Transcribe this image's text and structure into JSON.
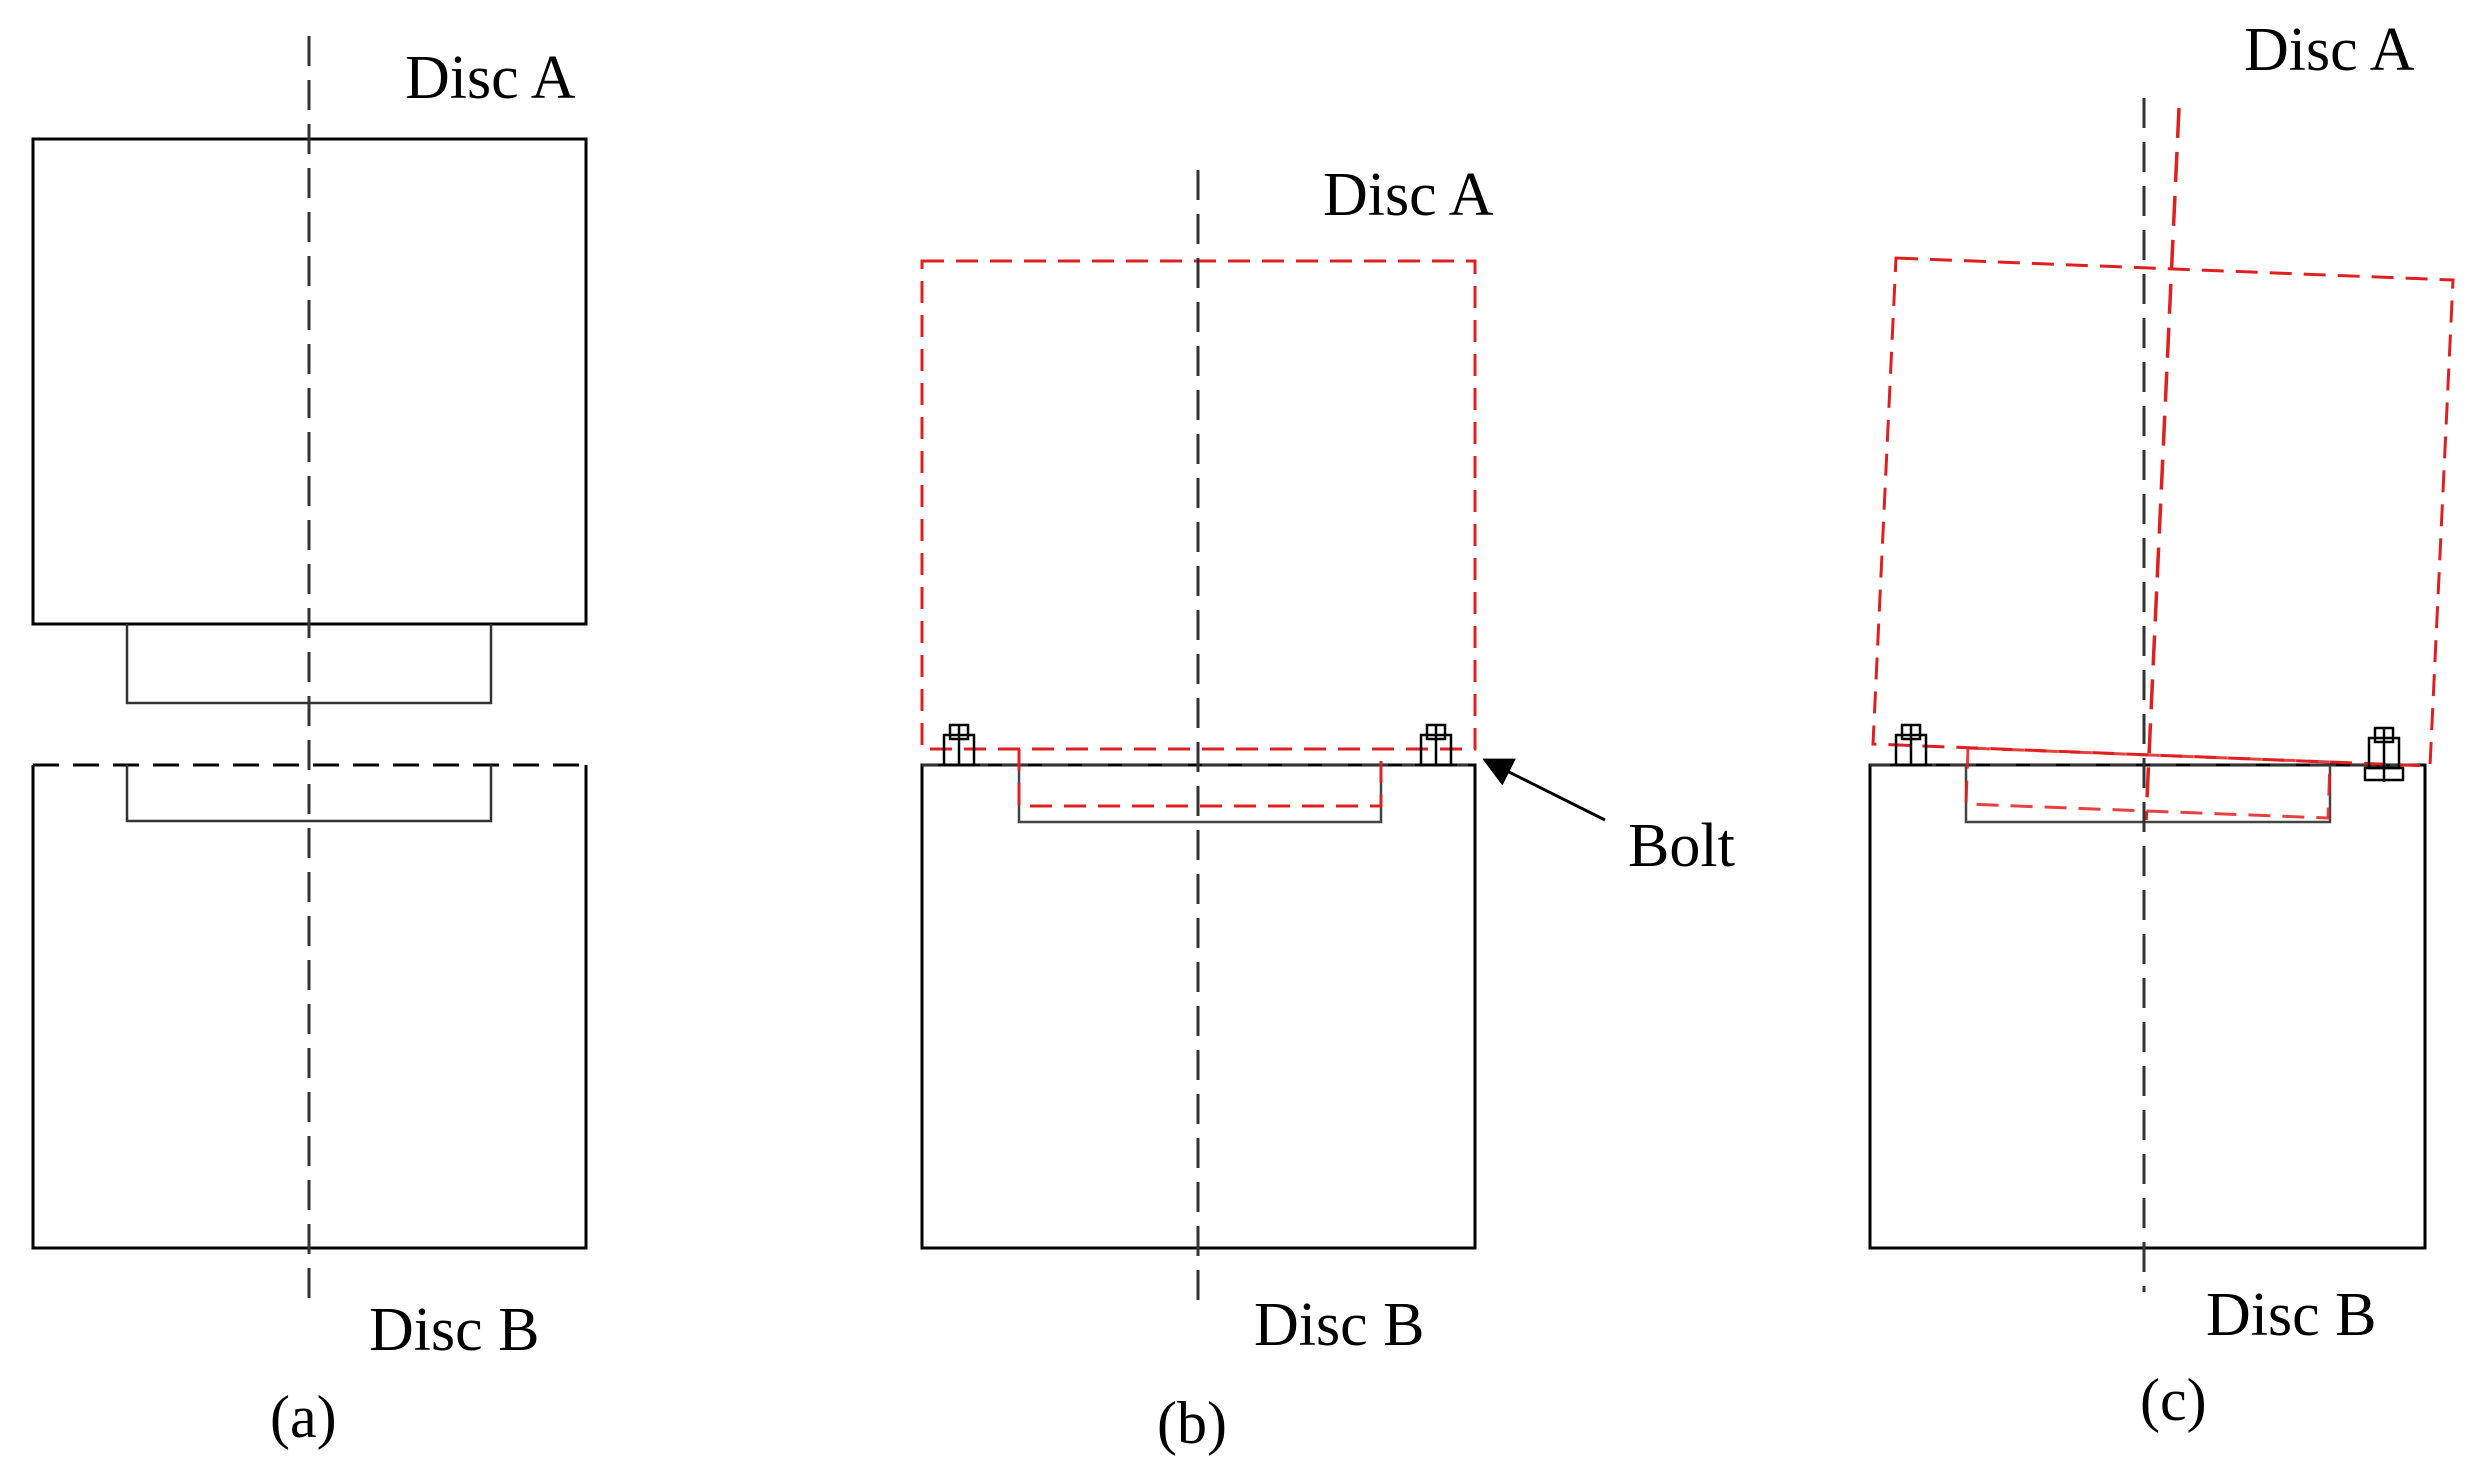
{
  "colors": {
    "line": "#000000",
    "axis": "#333333",
    "displaced": "#e02020"
  },
  "panels": [
    {
      "id": "a",
      "caption": "(a)",
      "top_label": "Disc A",
      "bottom_label": "Disc B"
    },
    {
      "id": "b",
      "caption": "(b)",
      "top_label": "Disc A",
      "bottom_label": "Disc B",
      "callout": "Bolt"
    },
    {
      "id": "c",
      "caption": "(c)",
      "top_label": "Disc A",
      "bottom_label": "Disc B"
    }
  ]
}
